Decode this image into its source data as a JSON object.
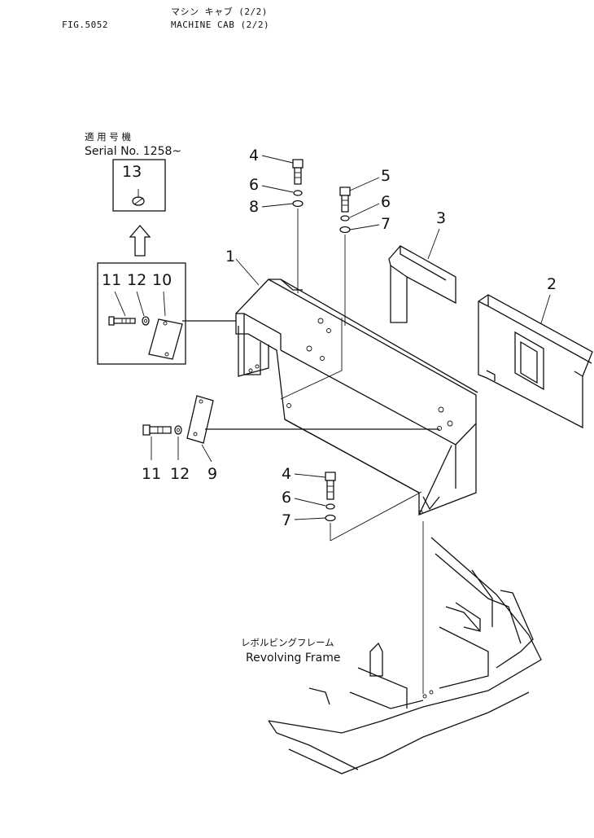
{
  "header": {
    "fig": "FIG.5052",
    "title_jp": "マシン キャブ (2/2)",
    "title_en": "MACHINE CAB (2/2)"
  },
  "serial_note": {
    "jp": "適 用 号 機",
    "en": "Serial No. 1258~"
  },
  "frame_label": {
    "jp": "レボルビングフレーム",
    "en": "Revolving Frame"
  },
  "callouts": {
    "c1": "1",
    "c2": "2",
    "c3": "3",
    "c4_top": "4",
    "c4_bot": "4",
    "c5": "5",
    "c6_top": "6",
    "c6_mid": "6",
    "c6_bot": "6",
    "c7_top": "7",
    "c7_bot": "7",
    "c8": "8",
    "c9": "9",
    "c10": "10",
    "c11_inset": "11",
    "c11_low": "11",
    "c12_inset": "12",
    "c12_low": "12",
    "c13": "13"
  }
}
